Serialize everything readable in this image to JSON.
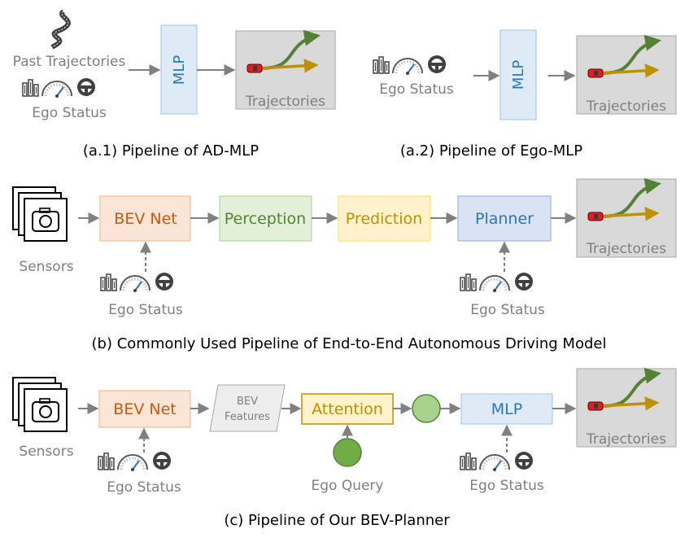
{
  "panels": {
    "a1": {
      "past_label": "Past Trajectories",
      "ego_label": "Ego Status",
      "mlp_label": "MLP",
      "out_label": "Trajectories",
      "caption": "(a.1) Pipeline of AD-MLP"
    },
    "a2": {
      "ego_label": "Ego Status",
      "mlp_label": "MLP",
      "out_label": "Trajectories",
      "caption": "(a.2) Pipeline of Ego-MLP"
    },
    "b": {
      "sensors_label": "Sensors",
      "bev_label": "BEV Net",
      "perception_label": "Perception",
      "prediction_label": "Prediction",
      "planner_label": "Planner",
      "out_label": "Trajectories",
      "ego_label_1": "Ego Status",
      "ego_label_2": "Ego Status",
      "caption": "(b) Commonly Used Pipeline of End-to-End Autonomous Driving Model"
    },
    "c": {
      "sensors_label": "Sensors",
      "bev_label": "BEV Net",
      "features_line1": "BEV",
      "features_line2": "Features",
      "attention_label": "Attention",
      "mlp_label": "MLP",
      "out_label": "Trajectories",
      "query_label": "Ego Query",
      "ego_label_1": "Ego Status",
      "ego_label_2": "Ego Status",
      "caption": "(c) Pipeline of Our BEV-Planner"
    }
  },
  "colors": {
    "bev_fill": "#fbe5d6",
    "bev_text": "#c55a11",
    "perception_fill": "#e2f0d9",
    "perception_text": "#548235",
    "prediction_fill": "#fff2cc",
    "prediction_text": "#bf9000",
    "planner_fill": "#dae3f3",
    "planner_text": "#2e75b6",
    "mlp_fill": "#deebf7",
    "mlp_text": "#2e75b6",
    "traj_fill": "#d9d9d9",
    "green_path": "#548235",
    "yellow_path": "#bf9000",
    "car": "#e02020",
    "circle": "#70ad47"
  }
}
